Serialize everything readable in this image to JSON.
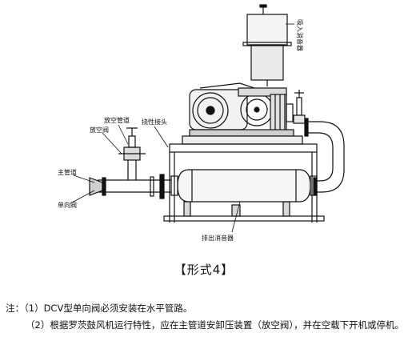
{
  "labels": {
    "inlet_muffler": "吸入消音器",
    "vent_pipe": "放空管道",
    "vent_valve": "放空阀",
    "flex_joint": "挠性接头",
    "main_pipe": "主管道",
    "check_valve": "单向阀",
    "discharge_muffler": "排出消音器"
  },
  "caption": "【形式4】",
  "notes": {
    "line1": "注：（1）DCV型单向阀必须安装在水平管路。",
    "line2": "（2）根据罗茨鼓风机运行特性，应在主管道安卸压装置（放空阀），并在空载下开机或停机。"
  }
}
